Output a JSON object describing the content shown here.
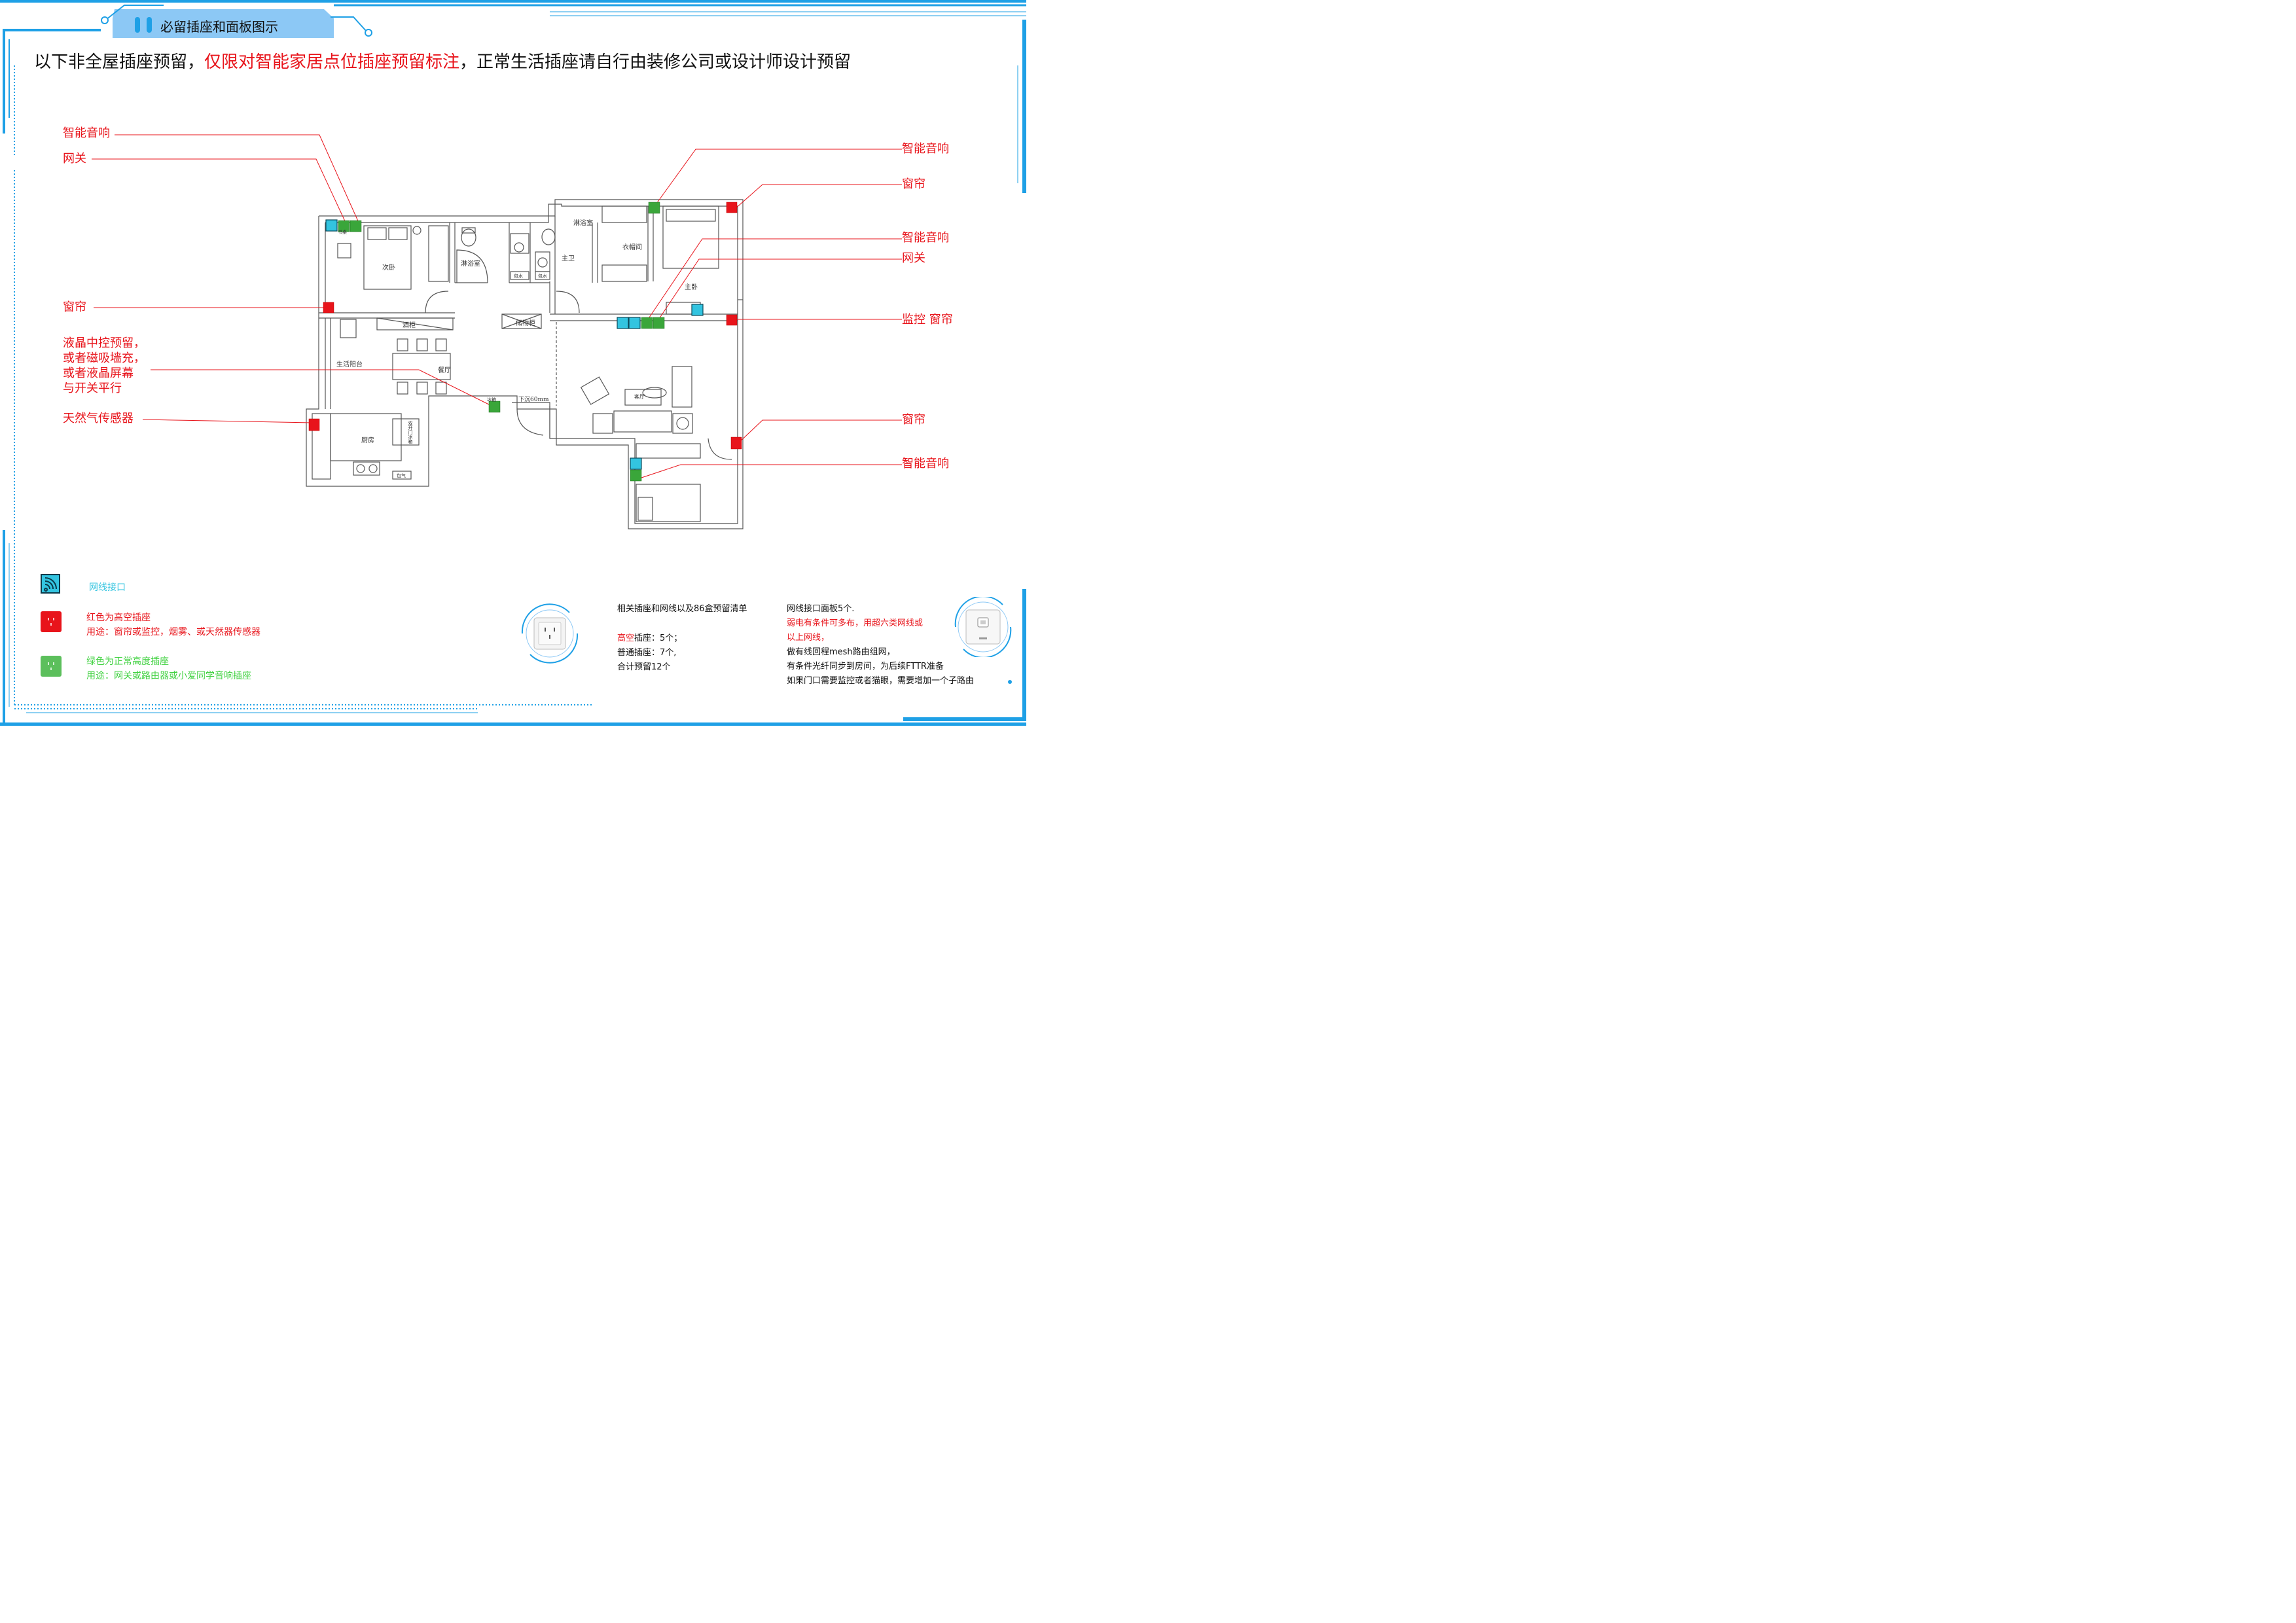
{
  "header": {
    "tab_title": "必留插座和面板图示",
    "headline_part1": "以下非全屋插座预留，",
    "headline_highlight": "仅限对智能家居点位插座预留标注",
    "headline_part2": "，正常生活插座请自行由装修公司或设计师设计预留"
  },
  "callouts_left": [
    "智能音响",
    "网关",
    "窗帘",
    "液晶中控预留，",
    "或者磁吸墙充，",
    "或者液晶屏幕",
    "与开关平行",
    "天然气传感器"
  ],
  "callouts_right": [
    "智能音响",
    "窗帘",
    "智能音响",
    "网关",
    "监控 窗帘",
    "窗帘",
    "智能音响"
  ],
  "rooms": {
    "second_bedroom": "次卧",
    "study": "书桌",
    "shower_1": "淋浴室",
    "shower_2": "淋浴室",
    "cloakroom": "衣帽间",
    "master_bath": "主卫",
    "master_bedroom": "主卧",
    "wine_cabinet": "酒柜",
    "storage_cabinet": "储物柜",
    "balcony": "生活阳台",
    "dining": "餐厅",
    "sunken": "下沉60mm",
    "living": "客厅",
    "kitchen": "厨房",
    "fridge": "双开门冰箱",
    "pipe_1": "包水",
    "pipe_2": "包水",
    "pipe_3": "包气",
    "fridge_short": "冰箱"
  },
  "legend": {
    "network_label": "网线接口",
    "red_title": "红色为高空插座",
    "red_usage": "用途：窗帘或监控，烟雾、或天然器传感器",
    "green_title": "绿色为正常高度插座",
    "green_usage": "用途：网关或路由器或小爱同学音响插座"
  },
  "checklist": {
    "title": "相关插座和网线以及86盒预留清单",
    "high_prefix": "高空",
    "high_suffix": "插座：5个；",
    "normal": "普通插座：7个,",
    "total": "合计预留12个"
  },
  "network_notes": {
    "line1": "网线接口面板5个.",
    "line2": "弱电有条件可多布，用超六类网线或",
    "line3": "以上网线，",
    "line4": "做有线回程mesh路由组网，",
    "line5": "有条件光纤同步到房间，为后续FTTR准备",
    "line6": "如果门口需要监控或者猫眼，需要增加一个子路由"
  },
  "colors": {
    "accent_blue": "#1ea0e6",
    "tab_blue": "#8cc8f5",
    "red": "#e8141b",
    "green": "#3aa63a",
    "cyan": "#33c4e0"
  },
  "icons": [
    "network-port-icon",
    "high-socket-icon",
    "normal-socket-icon",
    "wall-socket-panel-icon",
    "network-panel-icon"
  ]
}
